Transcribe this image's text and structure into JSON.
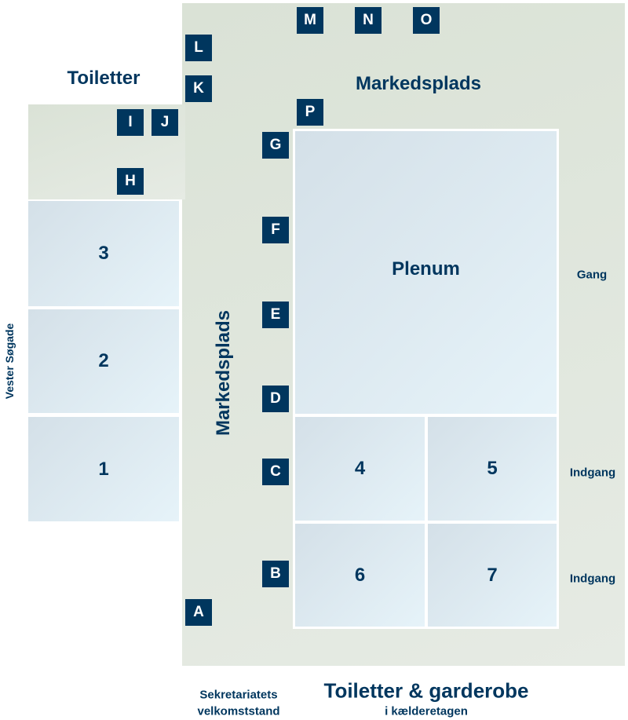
{
  "labels": {
    "toiletter_top": "Toiletter",
    "markedsplads_top": "Markedsplads",
    "markedsplads_side": "Markedsplads",
    "vester_sogade": "Vester Søgade",
    "gang": "Gang",
    "indgang_1": "Indgang",
    "indgang_2": "Indgang",
    "sekretariat_line1": "Sekretariatets",
    "sekretariat_line2": "velkomststand",
    "toiletter_garderobe": "Toiletter & garderobe",
    "kaelder": "i kælderetagen"
  },
  "rooms": {
    "r1": "1",
    "r2": "2",
    "r3": "3",
    "plenum": "Plenum",
    "r4": "4",
    "r5": "5",
    "r6": "6",
    "r7": "7"
  },
  "markers": {
    "A": "A",
    "B": "B",
    "C": "C",
    "D": "D",
    "E": "E",
    "F": "F",
    "G": "G",
    "H": "H",
    "I": "I",
    "J": "J",
    "K": "K",
    "L": "L",
    "M": "M",
    "N": "N",
    "O": "O",
    "P": "P"
  },
  "colors": {
    "navy": "#00365e",
    "floor": "#dde4da",
    "room": "#dde9f0"
  }
}
